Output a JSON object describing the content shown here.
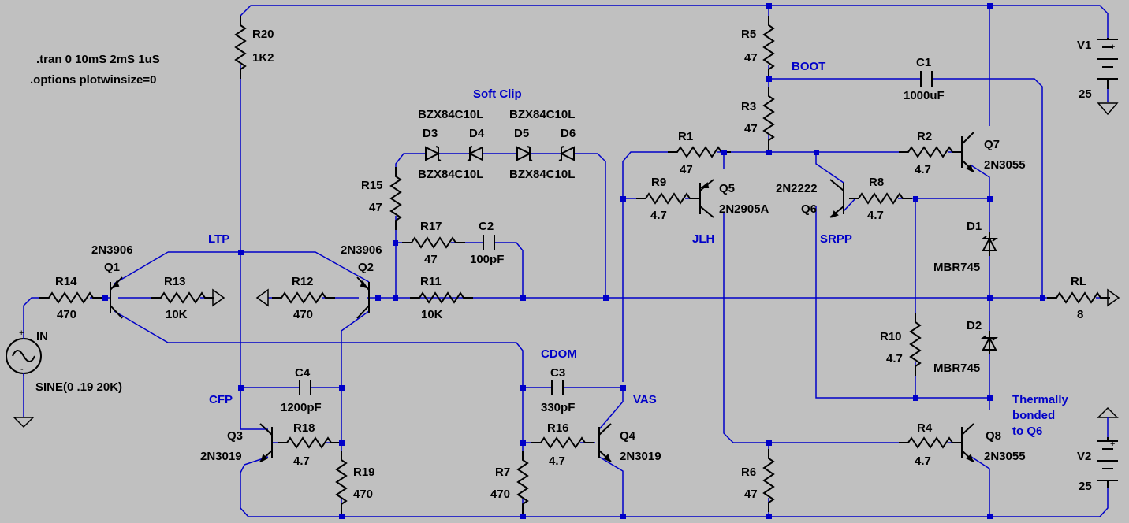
{
  "directives": [
    ".tran 0 10mS 2mS 1uS",
    ".options plotwinsize=0"
  ],
  "colors": {
    "wire": "#0000c8",
    "component": "#000000",
    "background": "#c0c0c0",
    "net_label": "#0000c8"
  },
  "labels": {
    "R20": "R20",
    "R20_val": "1K2",
    "R5": "R5",
    "R5_val": "47",
    "R3": "R3",
    "R3_val": "47",
    "C1": "C1",
    "C1_val": "1000uF",
    "V1": "V1",
    "V1_val": "25",
    "V2": "V2",
    "V2_val": "25",
    "R1": "R1",
    "R1_val": "47",
    "R2": "R2",
    "R2_val": "4.7",
    "Q7": "Q7",
    "Q7_type": "2N3055",
    "R9": "R9",
    "R9_val": "4.7",
    "Q5": "Q5",
    "Q5_type": "2N2905A",
    "Q6_type": "2N2222",
    "Q6": "Q6",
    "R8": "R8",
    "R8_val": "4.7",
    "D1": "D1",
    "D1_type": "MBR745",
    "D2": "D2",
    "D2_type": "MBR745",
    "RL": "RL",
    "RL_val": "8",
    "R10": "R10",
    "R10_val": "4.7",
    "R4": "R4",
    "R4_val": "4.7",
    "Q8": "Q8",
    "Q8_type": "2N3055",
    "R6": "R6",
    "R6_val": "47",
    "Q1_type": "2N3906",
    "Q1": "Q1",
    "Q2_type": "2N3906",
    "Q2": "Q2",
    "R14": "R14",
    "R14_val": "470",
    "R13": "R13",
    "R13_val": "10K",
    "R12": "R12",
    "R12_val": "470",
    "R11": "R11",
    "R11_val": "10K",
    "R15": "R15",
    "R15_val": "47",
    "R17": "R17",
    "R17_val": "47",
    "C2": "C2",
    "C2_val": "100pF",
    "D3": "D3",
    "D4": "D4",
    "D5": "D5",
    "D6": "D6",
    "D3_type": "BZX84C10L",
    "D5_type": "BZX84C10L",
    "D4_type_b": "BZX84C10L",
    "D6_type_b": "BZX84C10L",
    "IN": "IN",
    "IN_src": "SINE(0 .19 20K)",
    "C4": "C4",
    "C4_val": "1200pF",
    "Q3": "Q3",
    "Q3_type": "2N3019",
    "R18": "R18",
    "R18_val": "4.7",
    "R19": "R19",
    "R19_val": "470",
    "C3": "C3",
    "C3_val": "330pF",
    "R16": "R16",
    "R16_val": "4.7",
    "Q4": "Q4",
    "Q4_type": "2N3019",
    "R7": "R7",
    "R7_val": "470"
  },
  "net_labels": {
    "boot": "BOOT",
    "soft_clip": "Soft Clip",
    "ltp": "LTP",
    "jlh": "JLH",
    "srpp": "SRPP",
    "cdom": "CDOM",
    "vas": "VAS",
    "cfp": "CFP",
    "thermal_1": "Thermally",
    "thermal_2": "bonded",
    "thermal_3": "to Q6"
  }
}
